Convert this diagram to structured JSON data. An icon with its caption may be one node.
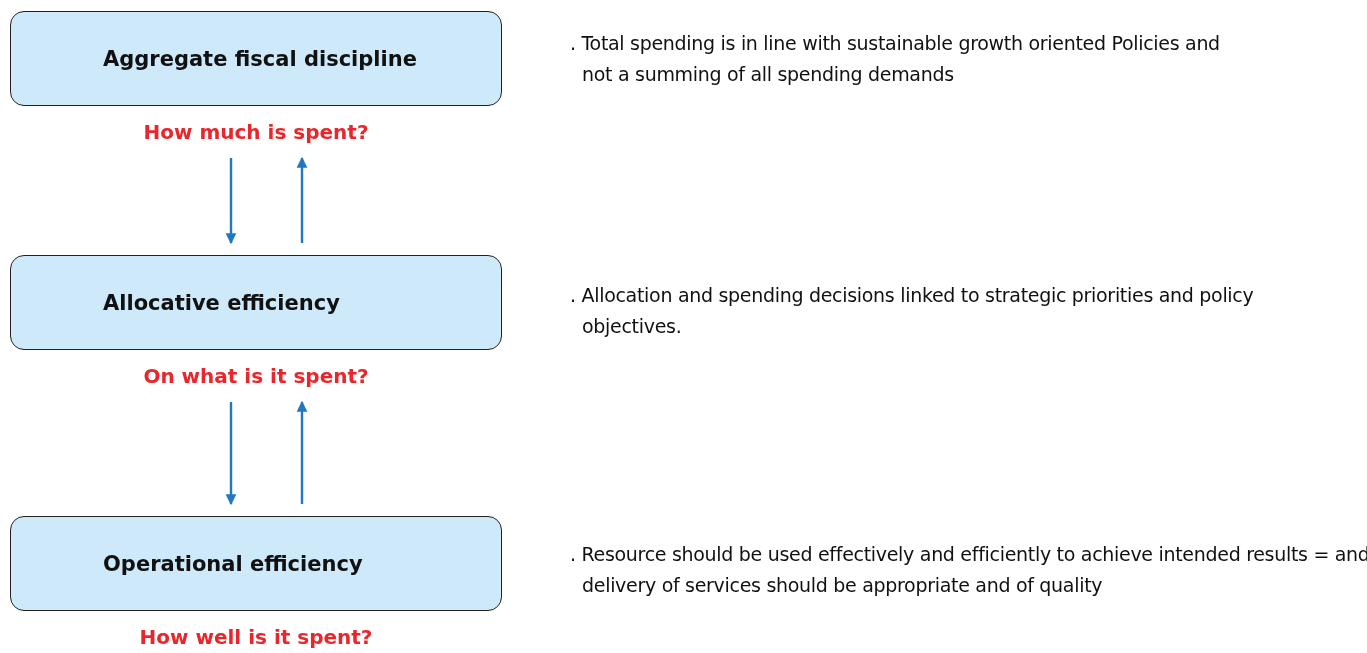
{
  "diagram": {
    "nodes": [
      {
        "text": [
          "Aggregate fiscal discipline"
        ],
        "beside": [
          "How much is spent?"
        ]
      },
      {
        "text": [
          "Allocative efficiency"
        ],
        "beside": [
          "On what is it spent?"
        ]
      },
      {
        "text": [
          "Operational efficiency"
        ],
        "beside": [
          "How well is it spent?"
        ]
      }
    ],
    "edges": [
      {
        "from": 0,
        "to": 1,
        "arrow": "to"
      },
      {
        "from": 1,
        "to": 0,
        "arrow": "to"
      },
      {
        "from": 1,
        "to": 2,
        "arrow": "to"
      },
      {
        "from": 2,
        "to": 1,
        "arrow": "to"
      }
    ],
    "labels": [
      ". Total spending is in line with sustainable growth oriented Policies and not a summing of all spending demands",
      ". Allocation and spending decisions linked to strategic priorities and policy objectives.",
      ". Resource should be used effectively and efficiently to achieve intended results = and delivery of services should be appropriate and of quality"
    ]
  }
}
